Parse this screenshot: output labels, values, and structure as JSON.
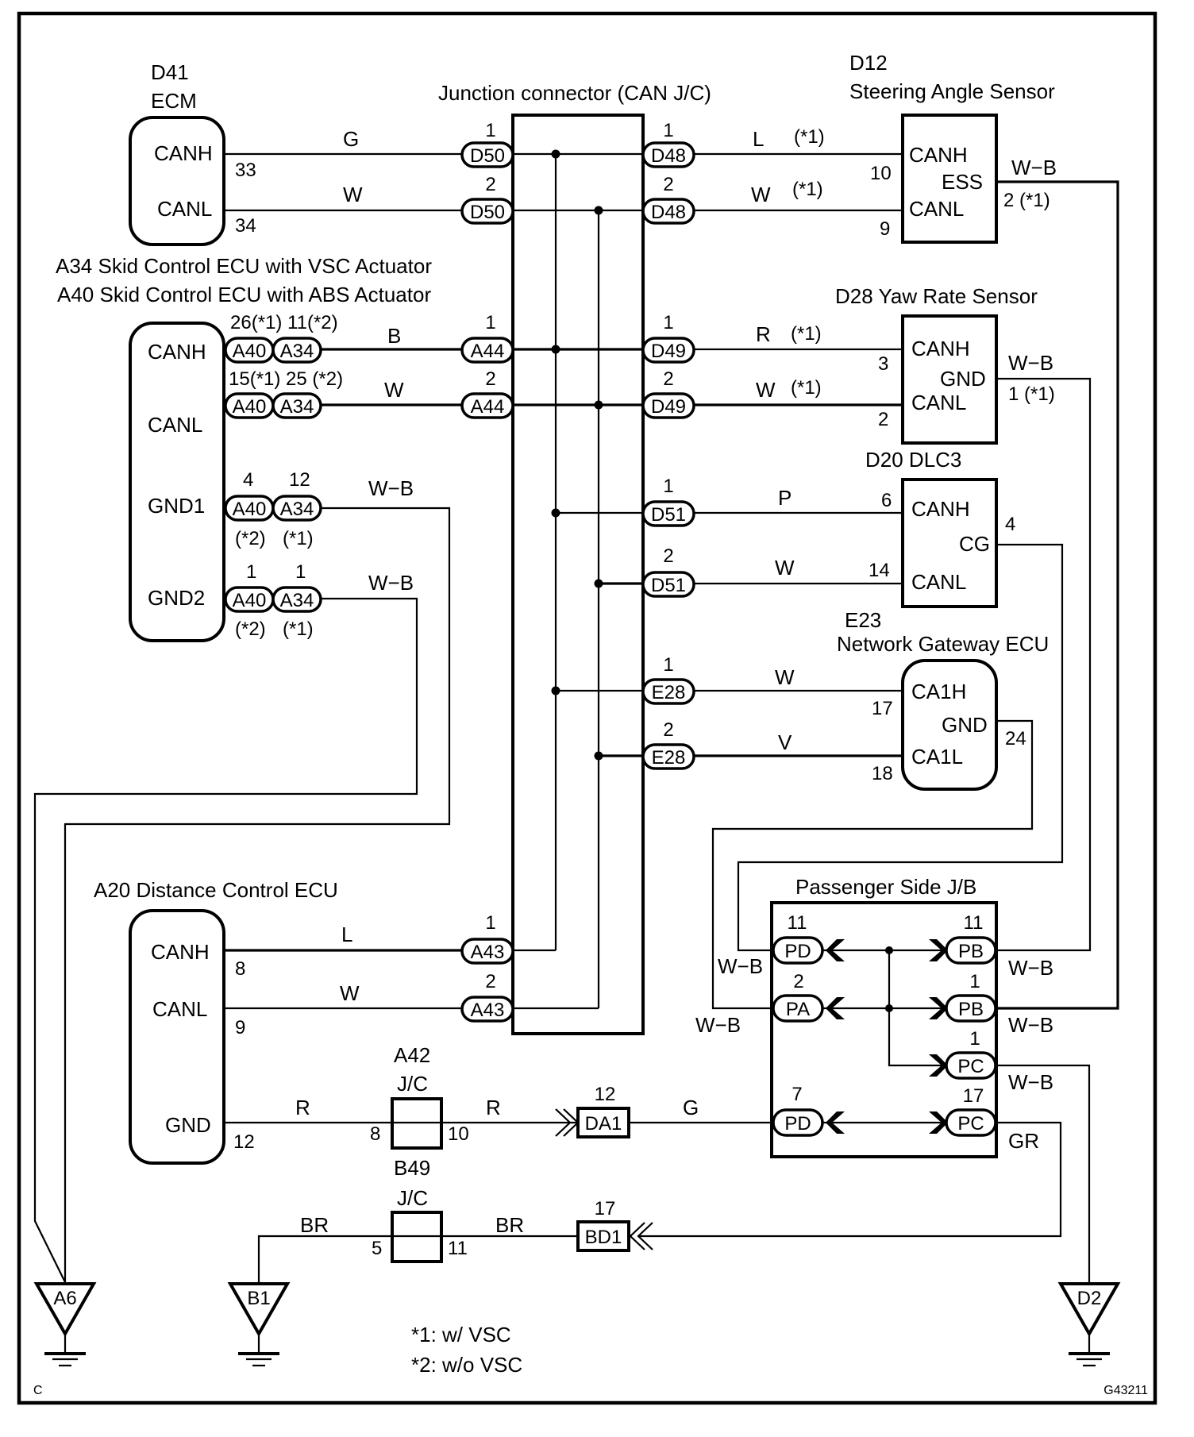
{
  "diagram": {
    "figure_id": "G43211",
    "corner_mark": "C",
    "footnotes": [
      "*1:  w/ VSC",
      "*2: w/o VSC"
    ],
    "colors": {
      "line": "#000000",
      "background": "#ffffff"
    }
  },
  "components": {
    "ecm": {
      "id": "D41",
      "name": "ECM",
      "pins": [
        "CANH",
        "CANL"
      ],
      "pin_numbers": [
        "33",
        "34"
      ],
      "wires": [
        "G",
        "W"
      ]
    },
    "skid": {
      "title1": "A34 Skid Control ECU with VSC Actuator",
      "title2": "A40 Skid Control ECU with ABS Actuator",
      "pins": [
        "CANH",
        "CANL",
        "GND1",
        "GND2"
      ],
      "canh_nums": "26(*1) 11(*2)",
      "canl_nums": "15(*1) 25 (*2)",
      "gnd1_nums": [
        "4",
        "12"
      ],
      "gnd2_nums": [
        "1",
        "1"
      ],
      "gnd_notes": [
        "(*2)",
        "(*1)"
      ],
      "connectors": [
        "A40",
        "A34"
      ],
      "wires": [
        "B",
        "W",
        "W−B",
        "W−B"
      ]
    },
    "jc": {
      "title": "Junction connector (CAN J/C)",
      "left": [
        {
          "name": "D50",
          "pin": "1"
        },
        {
          "name": "D50",
          "pin": "2"
        },
        {
          "name": "A44",
          "pin": "1"
        },
        {
          "name": "A44",
          "pin": "2"
        },
        {
          "name": "A43",
          "pin": "1"
        },
        {
          "name": "A43",
          "pin": "2"
        }
      ],
      "right": [
        {
          "name": "D48",
          "pin": "1"
        },
        {
          "name": "D48",
          "pin": "2"
        },
        {
          "name": "D49",
          "pin": "1"
        },
        {
          "name": "D49",
          "pin": "2"
        },
        {
          "name": "D51",
          "pin": "1"
        },
        {
          "name": "D51",
          "pin": "2"
        },
        {
          "name": "E28",
          "pin": "1"
        },
        {
          "name": "E28",
          "pin": "2"
        }
      ]
    },
    "steering": {
      "id": "D12",
      "name": "Steering Angle Sensor",
      "pins": [
        "CANH",
        "ESS",
        "CANL"
      ],
      "pin_numbers": [
        "10",
        "9",
        "2  (*1)"
      ],
      "wires": [
        "L",
        "(*1)",
        "W",
        "(*1)",
        "W−B"
      ]
    },
    "yaw": {
      "title": "D28 Yaw Rate Sensor",
      "pins": [
        "CANH",
        "GND",
        "CANL"
      ],
      "pin_numbers": [
        "3",
        "2",
        "1 (*1)"
      ],
      "wires": [
        "R",
        "(*1)",
        "W",
        "(*1)",
        "W−B"
      ]
    },
    "dlc3": {
      "title": "D20 DLC3",
      "pins": [
        "CANH",
        "CG",
        "CANL"
      ],
      "pin_numbers": [
        "6",
        "14",
        "4"
      ],
      "wires": [
        "P",
        "W"
      ]
    },
    "gateway": {
      "id": "E23",
      "name": "Network Gateway ECU",
      "pins": [
        "CA1H",
        "GND",
        "CA1L"
      ],
      "pin_numbers": [
        "17",
        "18",
        "24"
      ],
      "wires": [
        "W",
        "V"
      ]
    },
    "distance": {
      "title": "A20 Distance Control ECU",
      "pins": [
        "CANH",
        "CANL",
        "GND"
      ],
      "pin_numbers": [
        "8",
        "9",
        "12"
      ],
      "wires": [
        "L",
        "W",
        "R"
      ]
    },
    "a42": {
      "id": "A42",
      "name": "J/C",
      "pins": [
        "8",
        "10"
      ],
      "wire_out": "R"
    },
    "b49": {
      "id": "B49",
      "name": "J/C",
      "pins": [
        "5",
        "11"
      ],
      "wires": [
        "BR",
        "BR"
      ]
    },
    "da1": {
      "name": "DA1",
      "pin": "12",
      "wire": "G"
    },
    "bd1": {
      "name": "BD1",
      "pin": "17"
    },
    "jb": {
      "title": "Passenger Side J/B",
      "left": [
        {
          "name": "PD",
          "pin": "11"
        },
        {
          "name": "PA",
          "pin": "2"
        },
        {
          "name": "PD",
          "pin": "7"
        }
      ],
      "right": [
        {
          "name": "PB",
          "pin": "11"
        },
        {
          "name": "PB",
          "pin": "1"
        },
        {
          "name": "PC",
          "pin": "1"
        },
        {
          "name": "PC",
          "pin": "17"
        }
      ],
      "left_wires": [
        "W−B",
        "W−B"
      ],
      "right_wires": [
        "W−B",
        "W−B",
        "W−B",
        "GR"
      ]
    },
    "grounds": [
      "A6",
      "B1",
      "D2"
    ]
  }
}
